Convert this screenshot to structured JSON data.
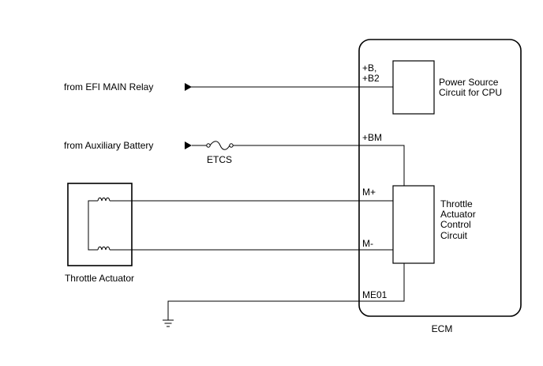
{
  "inputs": {
    "efi_relay": "from EFI MAIN Relay",
    "aux_battery": "from Auxiliary Battery"
  },
  "fuse": {
    "label": "ETCS"
  },
  "ecm": {
    "label": "ECM",
    "power_block": {
      "line1": "Power Source",
      "line2": "Circuit for CPU"
    },
    "throttle_block": {
      "line1": "Throttle",
      "line2": "Actuator",
      "line3": "Control",
      "line4": "Circuit"
    },
    "terminals": {
      "b_line1": "+B,",
      "b_line2": "+B2",
      "bm": "+BM",
      "m_plus": "M+",
      "m_minus": "M-",
      "me01": "ME01"
    }
  },
  "actuator": {
    "label": "Throttle Actuator"
  }
}
